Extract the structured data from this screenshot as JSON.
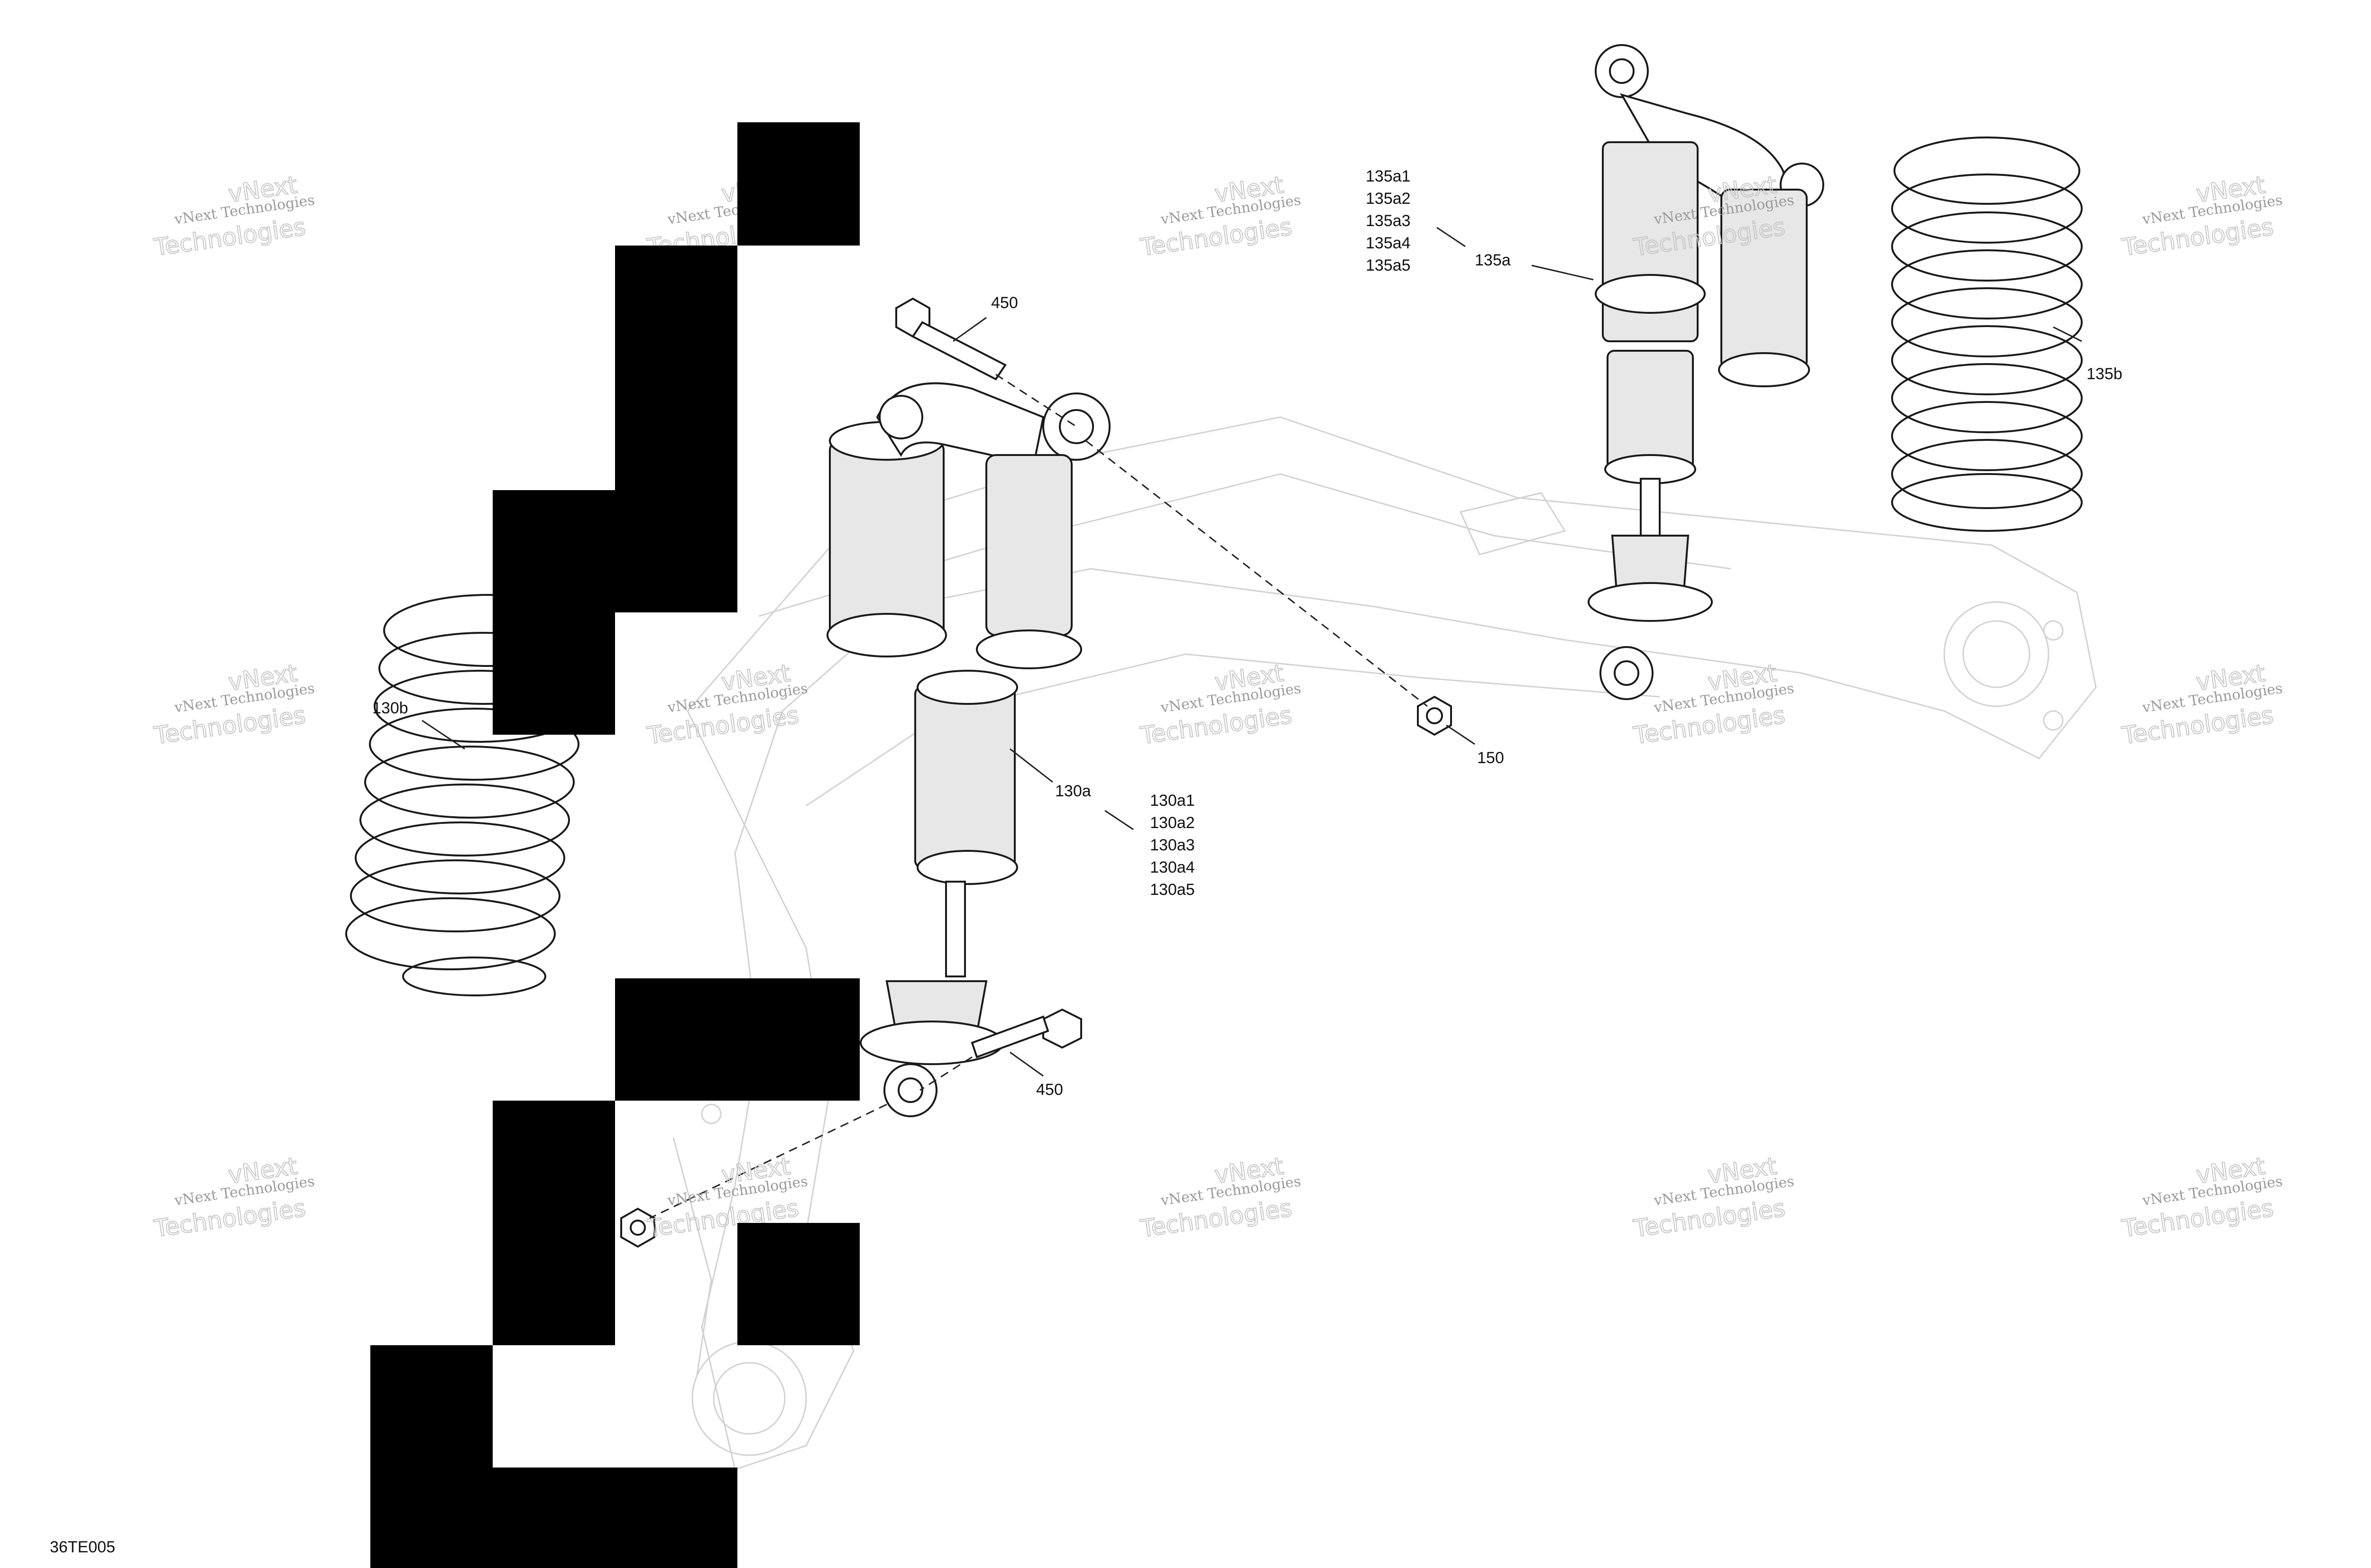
{
  "labels": {
    "l450_top": "450",
    "l450_bottom": "450",
    "l150": "150",
    "l130a": "130a",
    "l130a_list": [
      "130a1",
      "130a2",
      "130a3",
      "130a4",
      "130a5"
    ],
    "l130b": "130b",
    "l135a": "135a",
    "l135a_list": [
      "135a1",
      "135a2",
      "135a3",
      "135a4",
      "135a5"
    ],
    "l135b": "135b",
    "figure_code": "36TE005"
  },
  "watermark": {
    "small": "vNext Technologies",
    "big_top": "vNext",
    "big_bottom": "Technologies"
  },
  "icons": {
    "redaction": "black-redaction-block"
  }
}
